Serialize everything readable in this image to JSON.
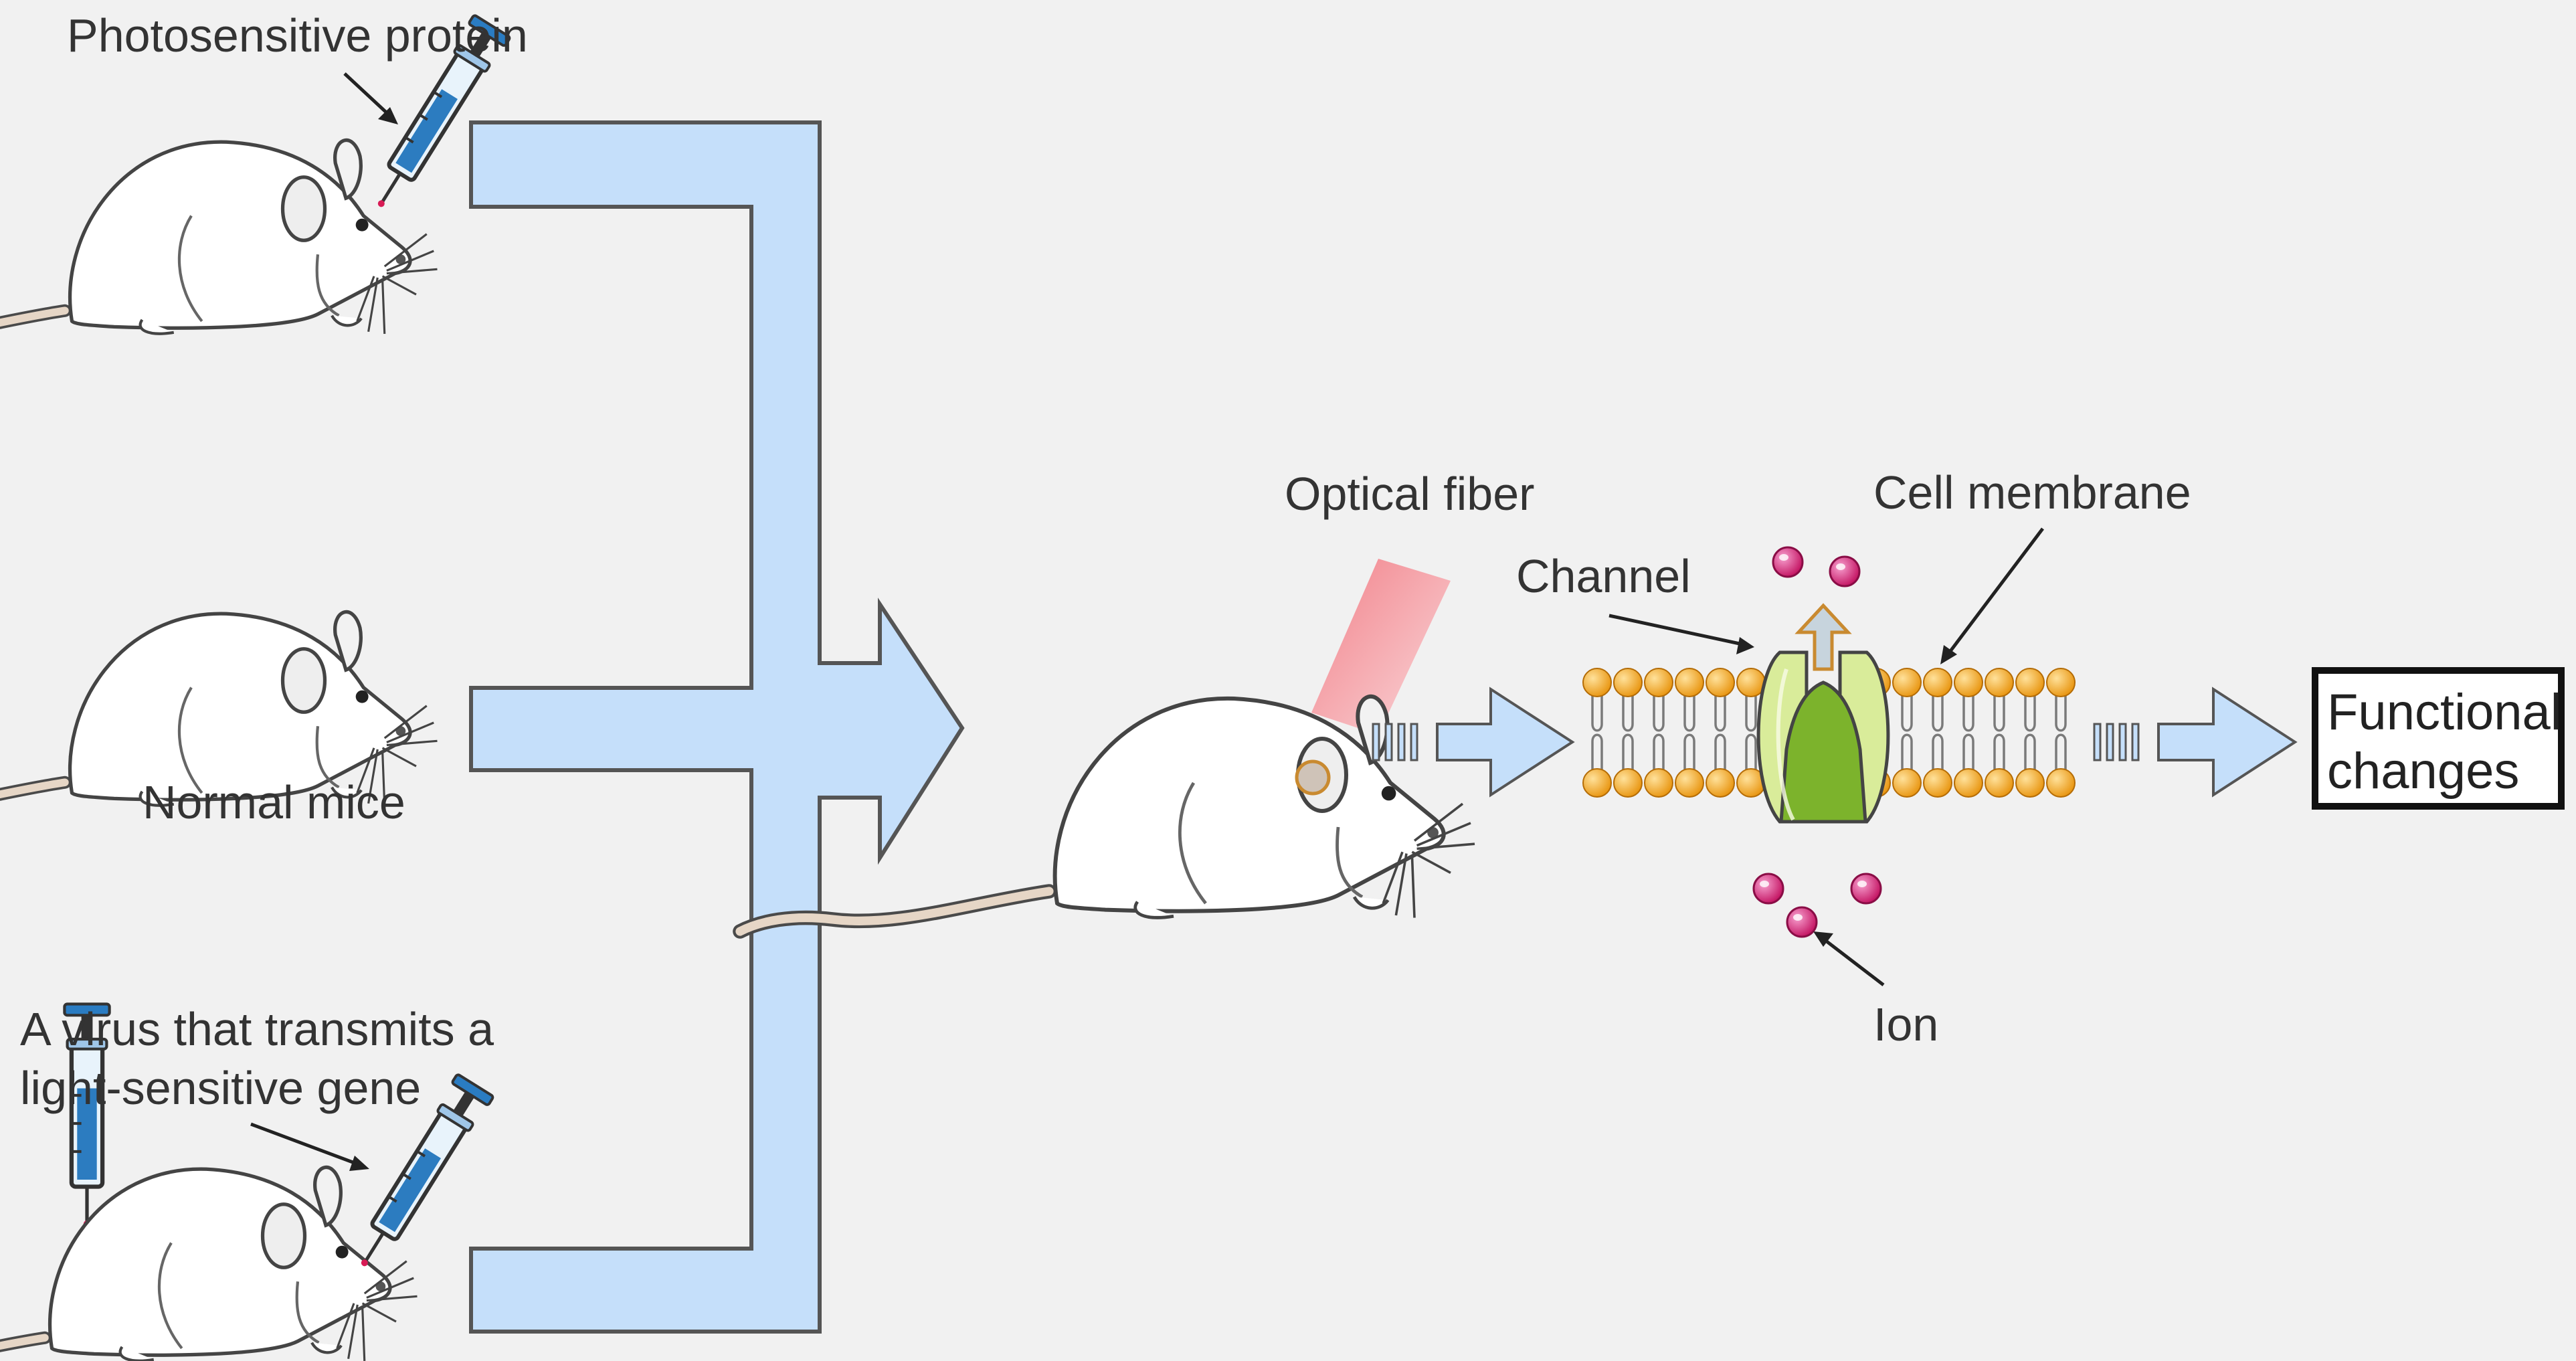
{
  "labels": {
    "photosensitive_protein": "Photosensitive protein",
    "normal_mice": "Normal mice",
    "virus_line1": "A virus that transmits a",
    "virus_line2": "light-sensitive gene",
    "optical_fiber": "Optical fiber",
    "channel": "Channel",
    "cell_membrane": "Cell membrane",
    "ion": "Ion",
    "functional_line1": "Functional",
    "functional_line2": "changes"
  },
  "colors": {
    "background": "#f1f1f1",
    "connector_fill": "#c5dffa",
    "connector_stroke": "#555555",
    "lipid_head": "#f0a020",
    "ion": "#d81b75",
    "channel_outer": "#d9ec9a",
    "channel_inner": "#7cb32c",
    "light_beam": "#f28b91",
    "mouse_body": "#ffffff",
    "mouse_outline": "#444444",
    "mouse_tail": "#e6d6c6"
  }
}
